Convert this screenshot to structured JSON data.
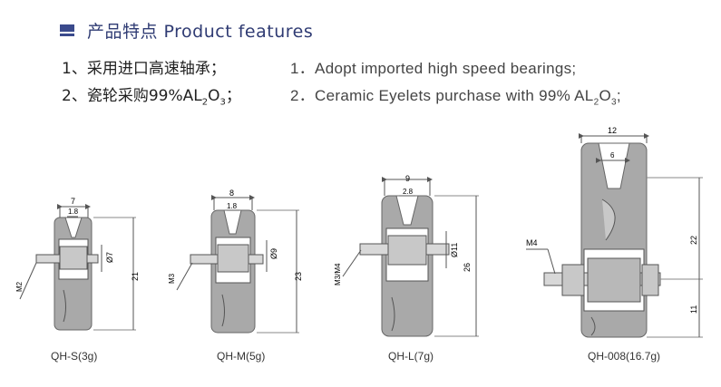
{
  "header": {
    "title": "产品特点 Product features"
  },
  "features_cn": [
    {
      "text": "1、采用进口高速轴承；"
    },
    {
      "prefix": "2、瓷轮采购99%AL",
      "sub1": "2",
      "mid": "O",
      "sub2": "3",
      "suffix": "；"
    }
  ],
  "features_en": [
    {
      "text": "1．Adopt imported high speed bearings;"
    },
    {
      "prefix": "2．Ceramic Eyelets purchase with 99% AL",
      "sub1": "2",
      "mid": "O",
      "sub2": "3",
      "suffix": ";"
    }
  ],
  "products": [
    {
      "caption": "QH-S(3g)",
      "screw": "M2",
      "width": "7",
      "groove": "1.8",
      "dia": "Ø7",
      "height": "21"
    },
    {
      "caption": "QH-M(5g)",
      "screw": "M3",
      "width": "8",
      "groove": "1.8",
      "dia": "Ø9",
      "height": "23"
    },
    {
      "caption": "QH-L(7g)",
      "screw": "M3/M4",
      "width": "9",
      "groove": "2.8",
      "dia": "Ø11",
      "height": "26"
    },
    {
      "caption": "QH-008(16.7g)",
      "screw": "M4",
      "width": "12",
      "groove": "6",
      "height_top": "22",
      "height_bottom": "11"
    }
  ],
  "colors": {
    "header_accent": "#3a4a8c",
    "wheel_gray": "#a9a9a9"
  }
}
